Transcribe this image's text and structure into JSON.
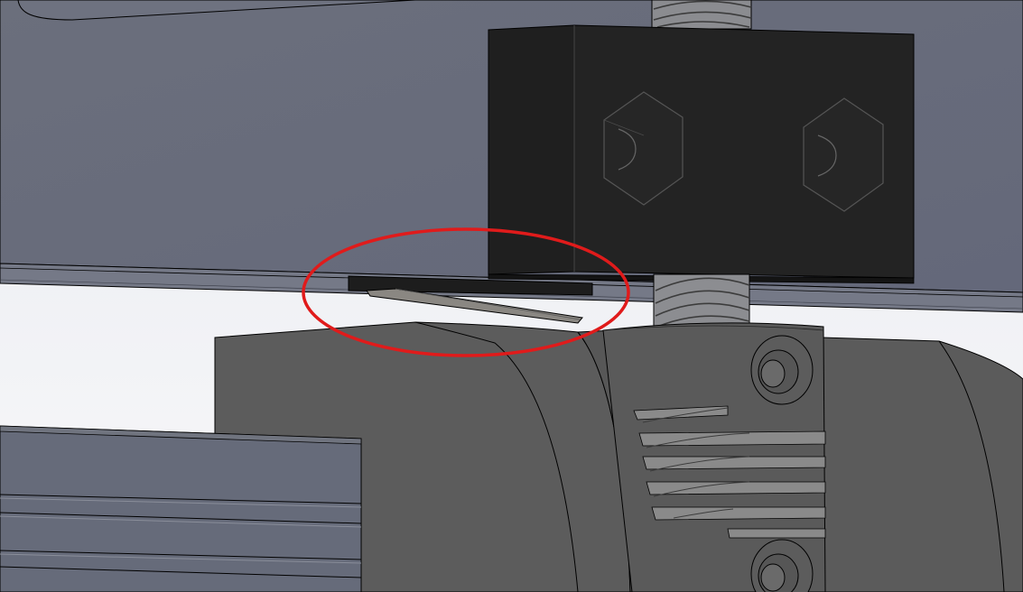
{
  "scene": {
    "type": "cad-render",
    "colors": {
      "background": "#f2f3f6",
      "frame_plate": "#686c7a",
      "block": "#222222",
      "printed_part": "#5e5e5e",
      "coupler": "#5a5a5a",
      "screw": "#8a8a8c",
      "extrusion": "#666b7a",
      "highlight_ellipse": "#e01b1b",
      "edge": "#000000"
    },
    "components": [
      "frame-plate",
      "nut-block",
      "hex-nut",
      "lead-screw",
      "end-stop-lever",
      "printed-carriage",
      "shaft-coupler",
      "aluminum-extrusion"
    ],
    "annotation": {
      "shape": "ellipse",
      "meaning": "highlight"
    }
  }
}
